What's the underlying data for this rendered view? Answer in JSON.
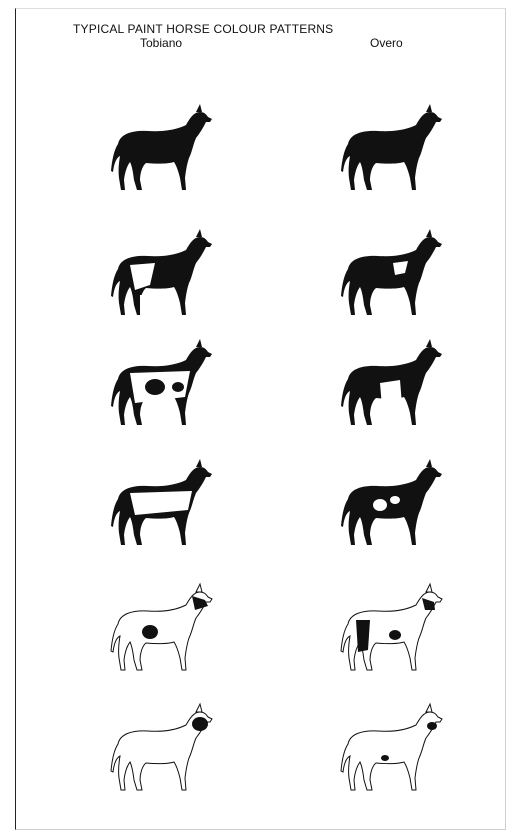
{
  "title": "TYPICAL PAINT HORSE COLOUR PATTERNS",
  "columns": [
    {
      "label": "Tobiano"
    },
    {
      "label": "Overo"
    }
  ],
  "horses": [
    {
      "pattern": "tobiano",
      "variant": 1
    },
    {
      "pattern": "overo",
      "variant": 1
    },
    {
      "pattern": "tobiano",
      "variant": 2
    },
    {
      "pattern": "overo",
      "variant": 2
    },
    {
      "pattern": "tobiano",
      "variant": 3
    },
    {
      "pattern": "overo",
      "variant": 3
    },
    {
      "pattern": "tobiano",
      "variant": 4
    },
    {
      "pattern": "overo",
      "variant": 4
    },
    {
      "pattern": "tobiano",
      "variant": 5
    },
    {
      "pattern": "overo",
      "variant": 5
    },
    {
      "pattern": "tobiano",
      "variant": 6
    },
    {
      "pattern": "overo",
      "variant": 6
    }
  ],
  "colors": {
    "ink": "#111111",
    "paper": "#ffffff"
  }
}
